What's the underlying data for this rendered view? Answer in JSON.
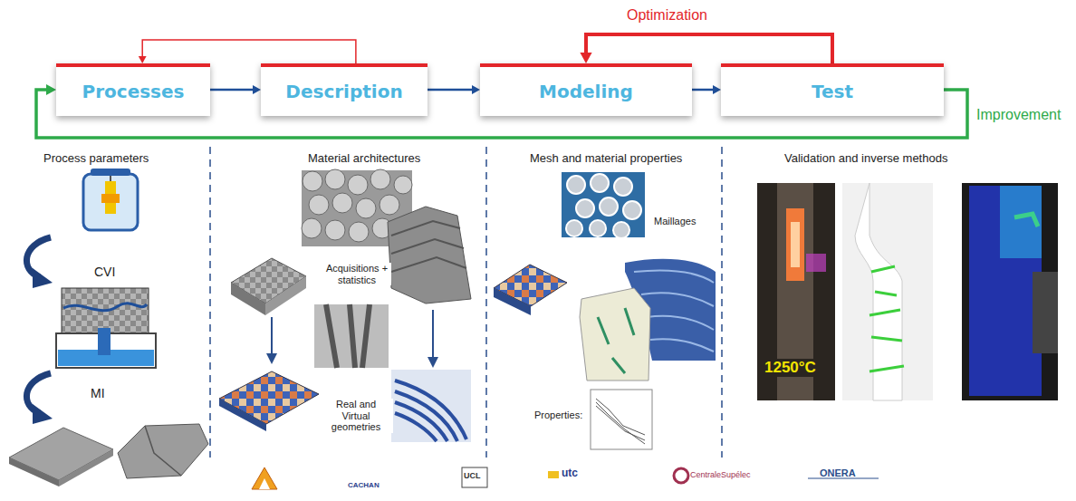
{
  "diagram": {
    "nodes": [
      {
        "text": [
          "Processes"
        ]
      },
      {
        "text": [
          "Description"
        ]
      },
      {
        "text": [
          "Modeling"
        ]
      },
      {
        "text": [
          "Test"
        ]
      }
    ],
    "edges": [
      {
        "from": 0,
        "to": 1,
        "arrow": "to"
      },
      {
        "from": 1,
        "to": 2,
        "arrow": "to"
      },
      {
        "from": 2,
        "to": 3,
        "arrow": "to"
      },
      {
        "from": 1,
        "to": 0,
        "arrow": "to"
      },
      {
        "from": 3,
        "to": 2,
        "label": "Optimization",
        "arrow": "to"
      },
      {
        "from": 3,
        "to": 0,
        "label": "Improvement",
        "arrow": "to"
      }
    ],
    "labels": [
      "Process parameters",
      "CVI",
      "MI",
      "Material architectures",
      "Acquisitions + statistics",
      "Real and Virtual geometries",
      "Mesh and material properties",
      "Maillages",
      "Properties:",
      "Validation and inverse methods",
      "1250°C",
      "CACHAN",
      "UCL",
      "utc",
      "CentraleSupélec",
      "ONERA"
    ]
  }
}
